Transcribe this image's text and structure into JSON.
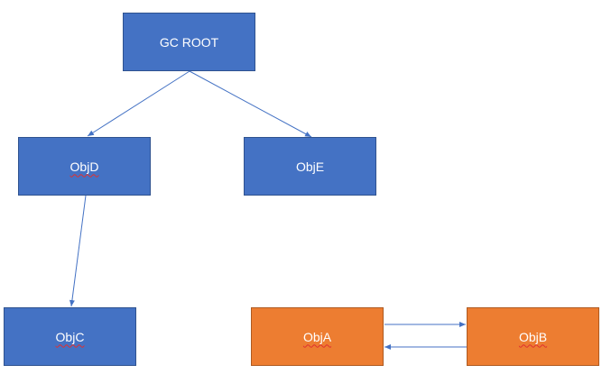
{
  "nodes": {
    "gc_root": {
      "label": "GC ROOT"
    },
    "objd": {
      "label": "ObjD"
    },
    "obje": {
      "label": "ObjE"
    },
    "objc": {
      "label": "ObjC"
    },
    "obja": {
      "label": "ObjA"
    },
    "objb": {
      "label": "ObjB"
    }
  },
  "colors": {
    "reachable_fill": "#4472c4",
    "unreachable_fill": "#ed7d31",
    "edge": "#4472c4",
    "text": "#ffffff",
    "spellcheck_underline": "#e03030"
  },
  "edges": [
    {
      "from": "gc_root",
      "to": "objd"
    },
    {
      "from": "gc_root",
      "to": "obje"
    },
    {
      "from": "objd",
      "to": "objc"
    },
    {
      "from": "obja",
      "to": "objb"
    },
    {
      "from": "objb",
      "to": "obja"
    }
  ]
}
